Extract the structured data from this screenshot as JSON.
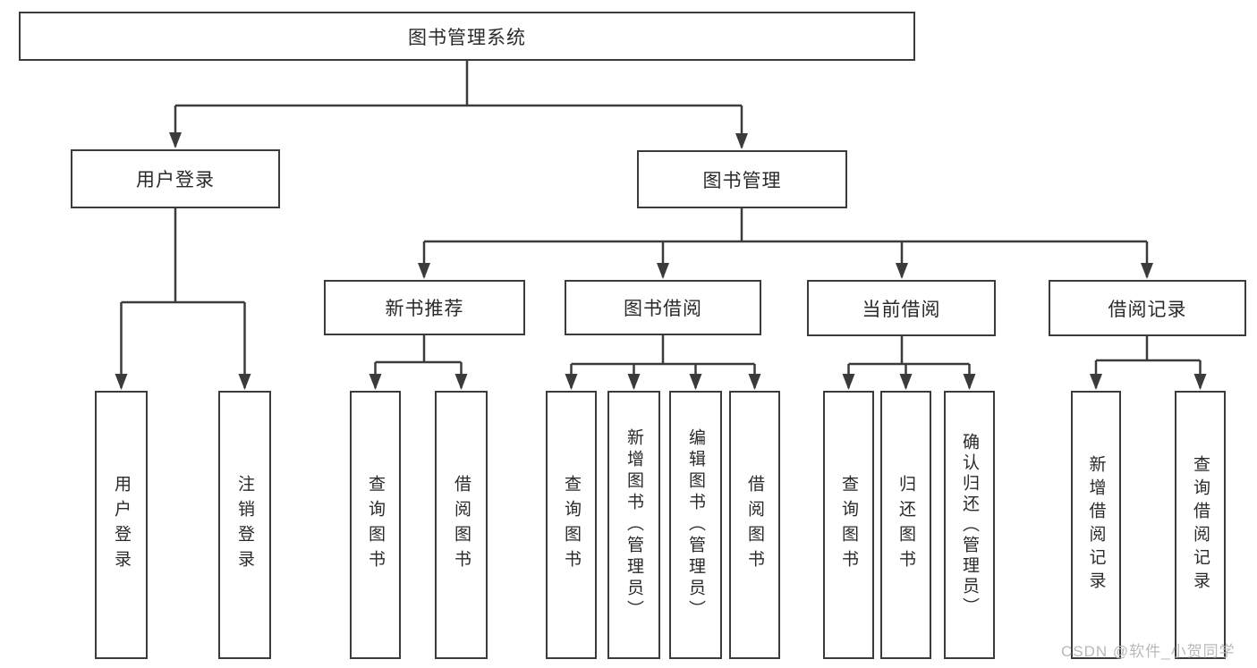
{
  "diagram_title": "图书管理系统",
  "nodes": {
    "root": "图书管理系统",
    "user_login": "用户登录",
    "book_management": "图书管理",
    "new_book_recommend": "新书推荐",
    "book_borrowing": "图书借阅",
    "current_borrowing": "当前借阅",
    "borrowing_records": "借阅记录",
    "ul_user_login": "用户登录",
    "ul_logout": "注销登录",
    "nb_query_books": "查询图书",
    "nb_borrow_books": "借阅图书",
    "bb_query_books": "查询图书",
    "bb_add_books": "新增图书（管理员）",
    "bb_edit_books": "编辑图书（管理员）",
    "bb_borrow_books": "借阅图书",
    "cb_query_books": "查询图书",
    "cb_return_books": "归还图书",
    "cb_confirm_return": "确认归还（管理员）",
    "br_add_record": "新增借阅记录",
    "br_query_record": "查询借阅记录"
  },
  "hierarchy": {
    "图书管理系统": {
      "用户登录": [
        "用户登录",
        "注销登录"
      ],
      "图书管理": {
        "新书推荐": [
          "查询图书",
          "借阅图书"
        ],
        "图书借阅": [
          "查询图书",
          "新增图书（管理员）",
          "编辑图书（管理员）",
          "借阅图书"
        ],
        "当前借阅": [
          "查询图书",
          "归还图书",
          "确认归还（管理员）"
        ],
        "借阅记录": [
          "新增借阅记录",
          "查询借阅记录"
        ]
      }
    }
  },
  "watermark": "CSDN @软件_小贺同学",
  "colors": {
    "line": "#3b3b3b",
    "text": "#2a2a2a",
    "box_background": "#ffffff",
    "watermark": "#b9b9b9"
  }
}
